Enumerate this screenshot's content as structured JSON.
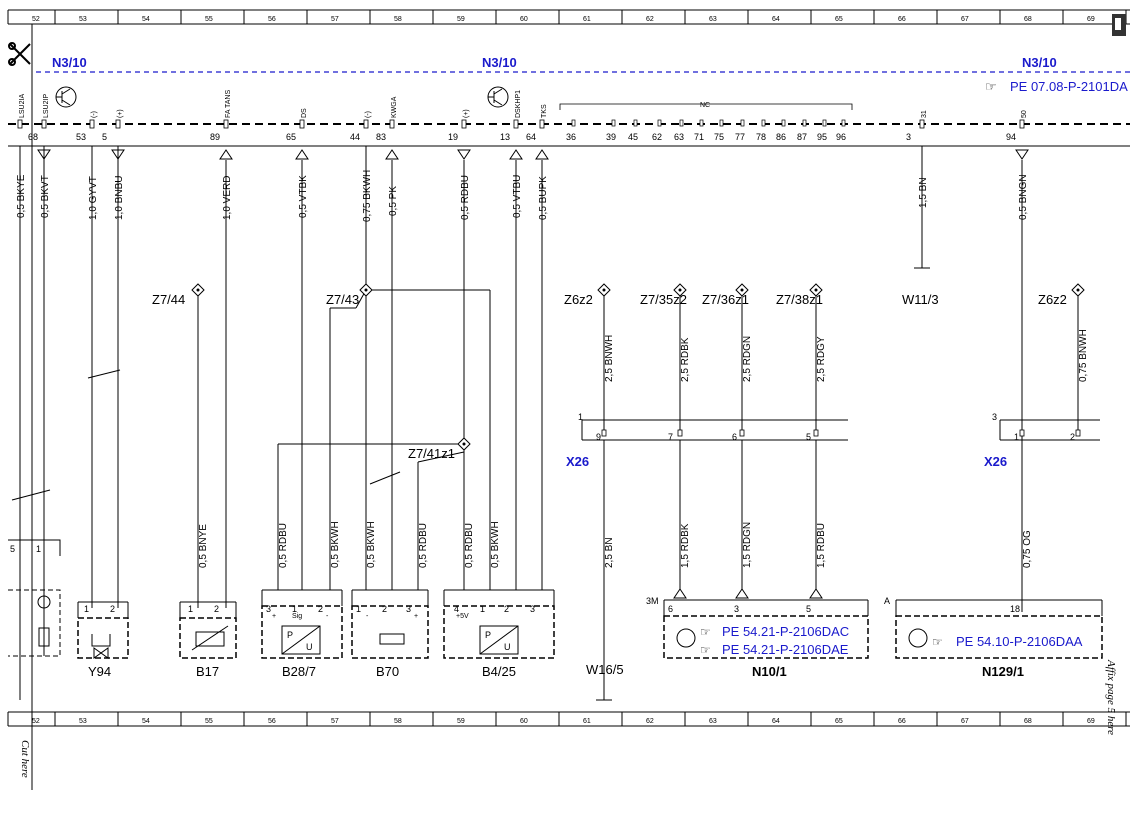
{
  "ruler": {
    "top_numbers": [
      "52",
      "53",
      "54",
      "55",
      "56",
      "57",
      "58",
      "59",
      "60",
      "61",
      "62",
      "63",
      "64",
      "65",
      "66",
      "67",
      "68",
      "69"
    ],
    "bottom_numbers": [
      "52",
      "53",
      "54",
      "55",
      "56",
      "57",
      "58",
      "59",
      "60",
      "61",
      "62",
      "63",
      "64",
      "65",
      "66",
      "67",
      "68",
      "69"
    ]
  },
  "margin_notes": {
    "cut_here": "Cut here",
    "affix_page": "Affix page 5 here"
  },
  "control_unit": {
    "labels": [
      "N3/10",
      "N3/10",
      "N3/10"
    ],
    "ref_top": "PE 07.08-P-2101DA"
  },
  "pins": [
    {
      "signal": "LSU2IA",
      "pin": ""
    },
    {
      "signal": "LSU2IP",
      "pin": "68"
    },
    {
      "signal": "(-)",
      "pin": "53"
    },
    {
      "signal": "(+)",
      "pin": "5"
    },
    {
      "signal": "FA TANS",
      "pin": "89"
    },
    {
      "signal": "DS",
      "pin": "65"
    },
    {
      "signal": "(-)",
      "pin": "44"
    },
    {
      "signal": "KWGA",
      "pin": "83"
    },
    {
      "signal": "(+)",
      "pin": "19"
    },
    {
      "signal": "DSKHP1",
      "pin": "13"
    },
    {
      "signal": "TKS",
      "pin": "64"
    },
    {
      "signal": "31",
      "pin": "3"
    },
    {
      "signal": "50",
      "pin": "94"
    }
  ],
  "nc": {
    "label": "NC",
    "pins": [
      "36",
      "39",
      "45",
      "62",
      "63",
      "71",
      "75",
      "77",
      "78",
      "86",
      "87",
      "95",
      "96"
    ]
  },
  "wires_top": [
    "0,5 BKYE",
    "0,5 BKVT",
    "1,0 GYVT",
    "1,0 BNBU",
    "1,0 VERD",
    "0,5 VTBK",
    "0,75 BKWH",
    "0,5 PK",
    "0,5 RDBU",
    "0,5 VTBU",
    "0,5 BUPK",
    "1,5 BN",
    "0,5 BNGN"
  ],
  "wires_mid": [
    "2,5 BNWH",
    "2,5 RDBK",
    "2,5 RDGN",
    "2,5 RDGY",
    "0,75 BNWH"
  ],
  "wires_low": [
    "0,5 BNYE",
    "0,5 RDBU",
    "0,5 BKWH",
    "0,5 BKWH",
    "0,5 RDBU",
    "0,5 RDBU",
    "0,5 BKWH",
    "2,5 BN",
    "1,5 RDBK",
    "1,5 RDGN",
    "1,5 RDBU",
    "0,75 OG"
  ],
  "splices": [
    "Z7/44",
    "Z7/43",
    "Z7/41z1",
    "Z6z2",
    "Z7/35z2",
    "Z7/36z1",
    "Z7/38z1",
    "Z6z2"
  ],
  "ground": "W11/3",
  "ground_bottom": "W16/5",
  "connectors": {
    "x26_left": {
      "name": "X26",
      "pin_index": "1",
      "pins": [
        "9",
        "7",
        "6",
        "5"
      ]
    },
    "x26_right": {
      "name": "X26",
      "pin_index": "3",
      "pins": [
        "1",
        "2"
      ]
    }
  },
  "components": [
    {
      "name": "Y94",
      "pins": [
        "1",
        "2"
      ]
    },
    {
      "name": "B17",
      "pins": [
        "1",
        "2"
      ]
    },
    {
      "name": "B28/7",
      "pins": [
        "3",
        "1",
        "2"
      ],
      "sub": [
        "+",
        "Sig",
        "-"
      ]
    },
    {
      "name": "B70",
      "pins": [
        "1",
        "2",
        "3"
      ],
      "sub": [
        "-",
        "+"
      ]
    },
    {
      "name": "B4/25",
      "pins": [
        "4",
        "1",
        "2",
        "3"
      ],
      "sub": [
        "+5V"
      ]
    },
    {
      "name": "N10/1",
      "pins": [
        "6",
        "3",
        "5"
      ],
      "prefix": "3M",
      "refs": [
        "PE 54.21-P-2106DAC",
        "PE 54.21-P-2106DAE"
      ]
    },
    {
      "name": "N129/1",
      "pins": [
        "18"
      ],
      "prefix": "A",
      "refs": [
        "PE 54.10-P-2106DAA"
      ]
    }
  ],
  "left_partial": {
    "pins": [
      "5",
      "1"
    ]
  },
  "symbols": {
    "scissors": "scissors-icon",
    "ref_hand": "pointing-hand-icon",
    "transistor": "transistor-icon"
  },
  "colors": {
    "link": "#1a1acc",
    "line": "#000000"
  }
}
